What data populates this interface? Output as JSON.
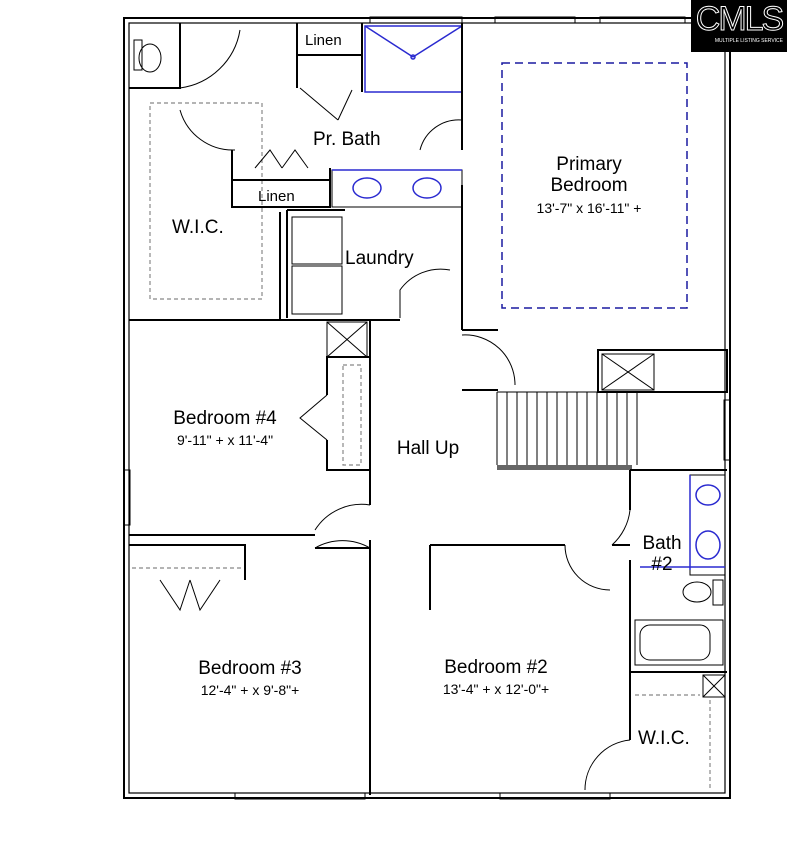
{
  "logo": {
    "text": "CMLS",
    "subtitle": "MULTIPLE LISTING SERVICE"
  },
  "rooms": {
    "linen_top": "Linen",
    "pr_bath": "Pr. Bath",
    "linen_lower": "Linen",
    "wic_primary": "W.I.C.",
    "laundry": "Laundry",
    "primary_bedroom": {
      "name_line1": "Primary",
      "name_line2": "Bedroom",
      "dims": "13'-7\" x 16'-11\" +"
    },
    "bedroom4": {
      "name": "Bedroom #4",
      "dims": "9'-11\" + x 11'-4\""
    },
    "hall": "Hall Up",
    "bath2": {
      "line1": "Bath",
      "line2": "#2"
    },
    "bedroom3": {
      "name": "Bedroom #3",
      "dims": "12'-4\" + x 9'-8\"+"
    },
    "bedroom2": {
      "name": "Bedroom #2",
      "dims": "13'-4\" + x 12'-0\"+"
    },
    "wic_bed2": "W.I.C."
  },
  "colors": {
    "walls": "#000000",
    "fixtures": "#2a2ad0",
    "background": "#ffffff"
  }
}
